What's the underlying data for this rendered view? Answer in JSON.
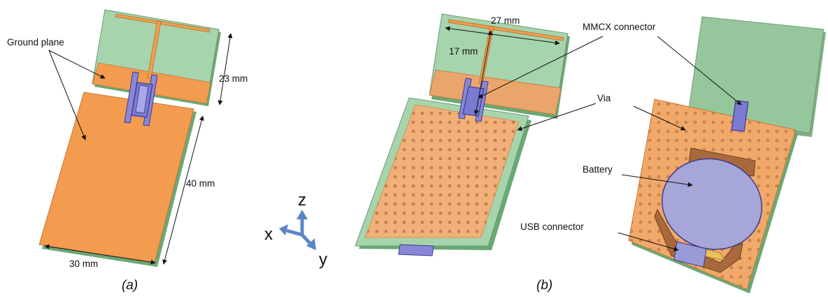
{
  "labels": {
    "ground_plane": "Ground plane",
    "dim_23": "23 mm",
    "dim_40": "40 mm",
    "dim_30": "30 mm",
    "dim_27": "27 mm",
    "dim_17": "17 mm",
    "mmcx": "MMCX connector",
    "via": "Via",
    "battery": "Battery",
    "usb": "USB connector"
  },
  "axes": {
    "x": "x",
    "y": "y",
    "z": "z"
  },
  "captions": {
    "a": "(a)",
    "b": "(b)"
  },
  "colors": {
    "substrate_green": "#a6d4ad",
    "copper_orange": "#f39b4e",
    "connector_blue": "#7b7ad2",
    "battery_lavender": "#a6a6d8",
    "holder_brown": "#a86a3c",
    "axis_arrow": "#5b86c4"
  }
}
